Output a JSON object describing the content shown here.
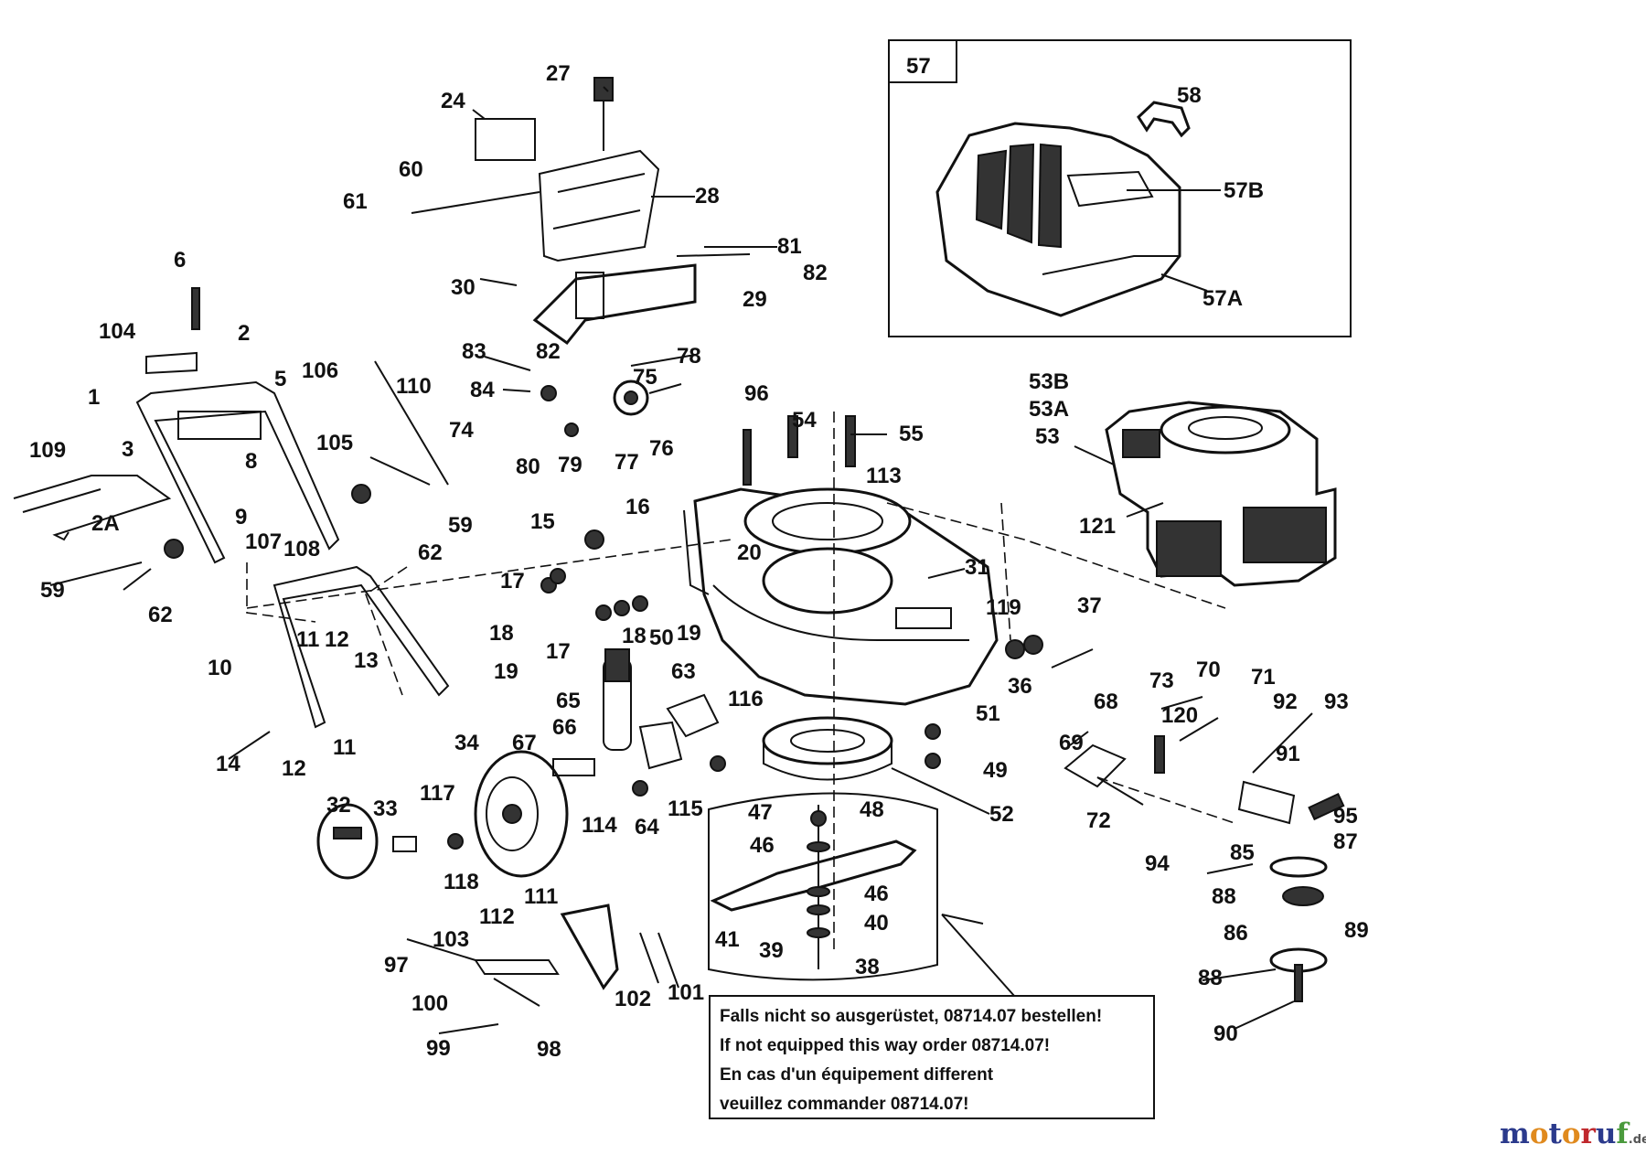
{
  "colors": {
    "ink": "#111111",
    "background": "#ffffff"
  },
  "inset_box_label": "57",
  "labels": [
    "1",
    "2",
    "2A",
    "3",
    "5",
    "6",
    "8",
    "9",
    "10",
    "11",
    "11",
    "12",
    "12",
    "13",
    "14",
    "15",
    "16",
    "17",
    "17",
    "18",
    "18",
    "19",
    "19",
    "20",
    "24",
    "27",
    "28",
    "29",
    "30",
    "31",
    "32",
    "33",
    "34",
    "36",
    "37",
    "38",
    "39",
    "40",
    "41",
    "46",
    "46",
    "47",
    "48",
    "49",
    "50",
    "51",
    "52",
    "53",
    "53A",
    "53B",
    "54",
    "55",
    "57A",
    "57B",
    "58",
    "59",
    "59",
    "60",
    "61",
    "62",
    "62",
    "63",
    "64",
    "65",
    "66",
    "67",
    "68",
    "69",
    "70",
    "71",
    "72",
    "73",
    "74",
    "75",
    "76",
    "77",
    "78",
    "79",
    "80",
    "81",
    "82",
    "82",
    "83",
    "84",
    "85",
    "86",
    "87",
    "88",
    "88",
    "89",
    "90",
    "91",
    "92",
    "93",
    "94",
    "95",
    "96",
    "97",
    "98",
    "99",
    "100",
    "101",
    "102",
    "103",
    "104",
    "105",
    "106",
    "107",
    "108",
    "109",
    "110",
    "111",
    "112",
    "113",
    "114",
    "115",
    "116",
    "117",
    "118",
    "119",
    "120",
    "121"
  ],
  "note": {
    "lines": [
      "Falls nicht so ausgerüstet, 08714.07 bestellen!",
      "If not equipped this way order 08714.07!",
      "En cas d'un équipement different",
      "veuillez commander 08714.07!"
    ]
  },
  "watermark": {
    "letters": [
      "m",
      "o",
      "t",
      "o",
      "r",
      "u",
      "f"
    ],
    "letter_colors": [
      "#2b3a8c",
      "#e08a1e",
      "#2b3a8c",
      "#e08a1e",
      "#c0282d",
      "#2b3a8c",
      "#4a9a3c"
    ],
    "tld": ".de"
  }
}
